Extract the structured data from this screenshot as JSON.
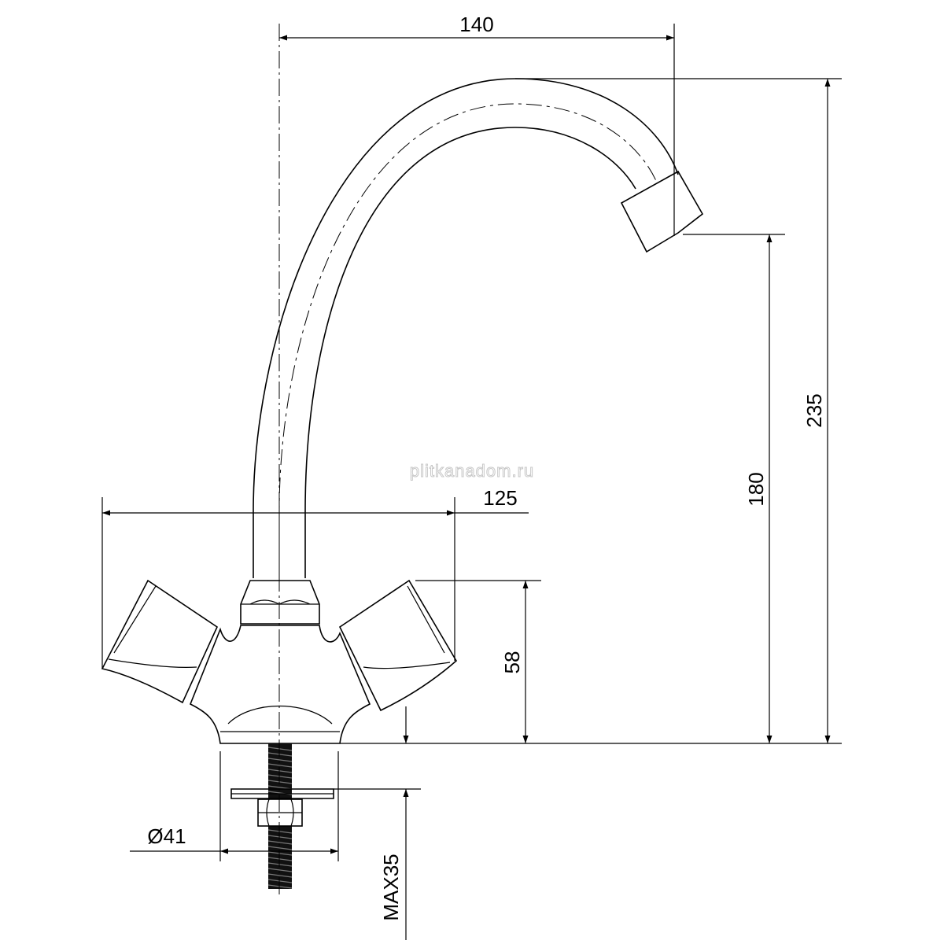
{
  "dimensions": {
    "spout_reach": "140",
    "handle_span": "125",
    "body_height": "58",
    "outlet_height": "180",
    "total_height": "235",
    "base_diameter": "Ø41",
    "max_counter_thickness": "MAX35"
  },
  "watermark": "plitkanadom.ru",
  "colors": {
    "line": "#000000",
    "background": "#ffffff",
    "watermark": "#c8c8c8"
  }
}
